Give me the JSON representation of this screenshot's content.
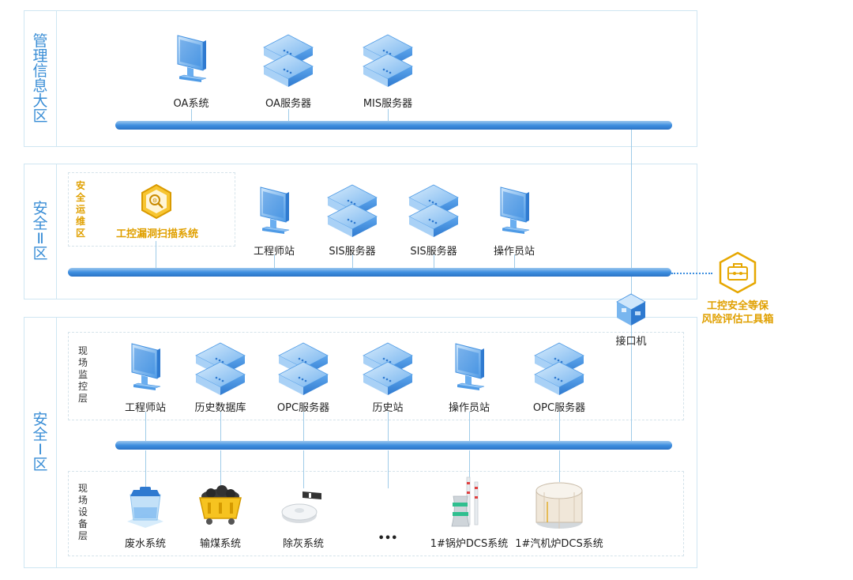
{
  "zones": {
    "management": {
      "label": "管理信息大区"
    },
    "safety2": {
      "label": "安全Ⅱ区",
      "ops_label": "安全运维区"
    },
    "safety1": {
      "label": "安全Ⅰ区",
      "monitor_label": "现场监控层",
      "device_label": "现场设备层"
    }
  },
  "management_devices": [
    {
      "label": "OA系统",
      "icon": "monitor-icon"
    },
    {
      "label": "OA服务器",
      "icon": "server-icon"
    },
    {
      "label": "MIS服务器",
      "icon": "server-icon"
    }
  ],
  "ops_tool": {
    "label": "工控漏洞扫描系统",
    "icon": "vulnerability-scan-icon"
  },
  "safety2_devices": [
    {
      "label": "工程师站",
      "icon": "monitor-icon"
    },
    {
      "label": "SIS服务器",
      "icon": "server-icon"
    },
    {
      "label": "SIS服务器",
      "icon": "server-icon"
    },
    {
      "label": "操作员站",
      "icon": "monitor-icon"
    }
  ],
  "toolbox": {
    "line1": "工控安全等保",
    "line2": "风险评估工具箱",
    "icon": "toolbox-icon"
  },
  "interface": {
    "label": "接口机",
    "icon": "interface-machine-icon"
  },
  "monitor_devices": [
    {
      "label": "工程师站",
      "icon": "monitor-icon"
    },
    {
      "label": "历史数据库",
      "icon": "server-icon"
    },
    {
      "label": "OPC服务器",
      "icon": "server-icon"
    },
    {
      "label": "历史站",
      "icon": "server-icon"
    },
    {
      "label": "操作员站",
      "icon": "monitor-icon"
    },
    {
      "label": "OPC服务器",
      "icon": "server-icon"
    }
  ],
  "field_devices": [
    {
      "label": "废水系统",
      "icon": "wastewater-icon"
    },
    {
      "label": "输煤系统",
      "icon": "coal-cart-icon"
    },
    {
      "label": "除灰系统",
      "icon": "ash-removal-icon"
    },
    {
      "label": "•••",
      "icon": "ellipsis-icon"
    },
    {
      "label": "1#锅炉DCS系统",
      "icon": "boiler-icon"
    },
    {
      "label": "1#汽机炉DCS系统",
      "icon": "turbine-tank-icon"
    }
  ],
  "colors": {
    "accent": "#3a8ed6",
    "orange": "#e0a000",
    "border": "#cfe6f2"
  }
}
